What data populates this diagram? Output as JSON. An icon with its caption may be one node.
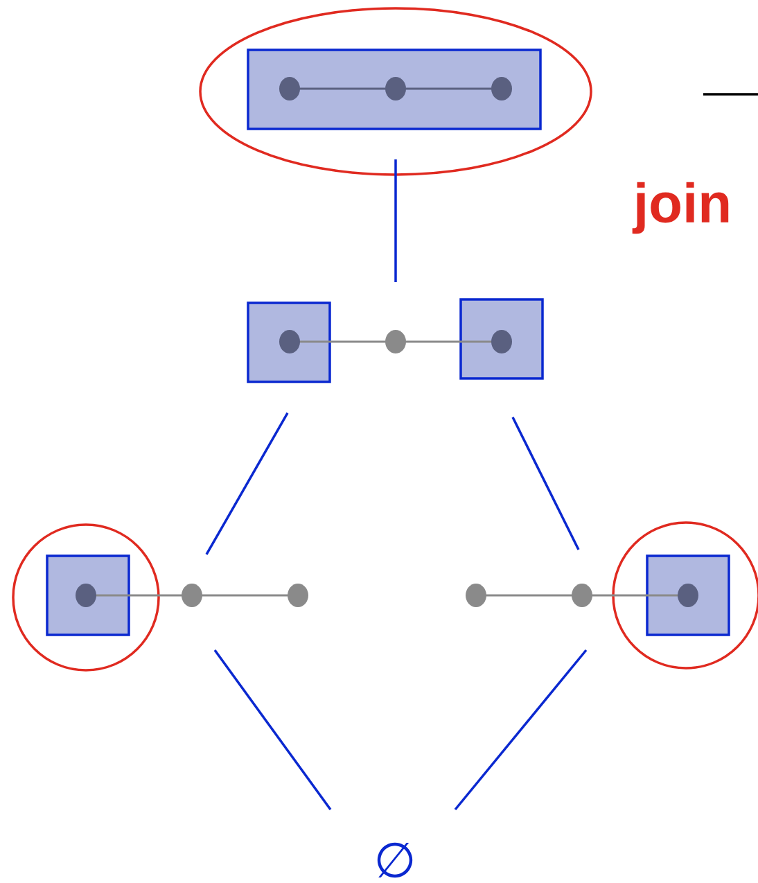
{
  "diagram": {
    "nodes": [
      {
        "text": [],
        "shape": "picture"
      },
      {
        "text": [],
        "shape": "picture"
      },
      {
        "text": [],
        "shape": "picture"
      },
      {
        "text": [],
        "shape": "picture"
      },
      {
        "text": [
          "∅"
        ]
      }
    ],
    "edges": [
      {
        "from": 0,
        "to": 1,
        "arrow": "none"
      },
      {
        "from": 1,
        "to": 2,
        "arrow": "none"
      },
      {
        "from": 1,
        "to": 3,
        "arrow": "none"
      },
      {
        "from": 2,
        "to": 4,
        "arrow": "none"
      },
      {
        "from": 3,
        "to": 4,
        "arrow": "none"
      }
    ],
    "labels": [
      "join"
    ]
  }
}
